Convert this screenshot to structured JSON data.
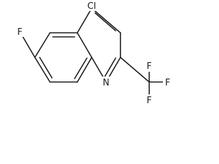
{
  "molecule": {
    "atoms": {
      "chlorine": "Cl",
      "fluorine_ring": "F",
      "nitrogen": "N",
      "fluorine_top": "F",
      "fluorine_right": "F",
      "fluorine_bottom": "F"
    }
  }
}
